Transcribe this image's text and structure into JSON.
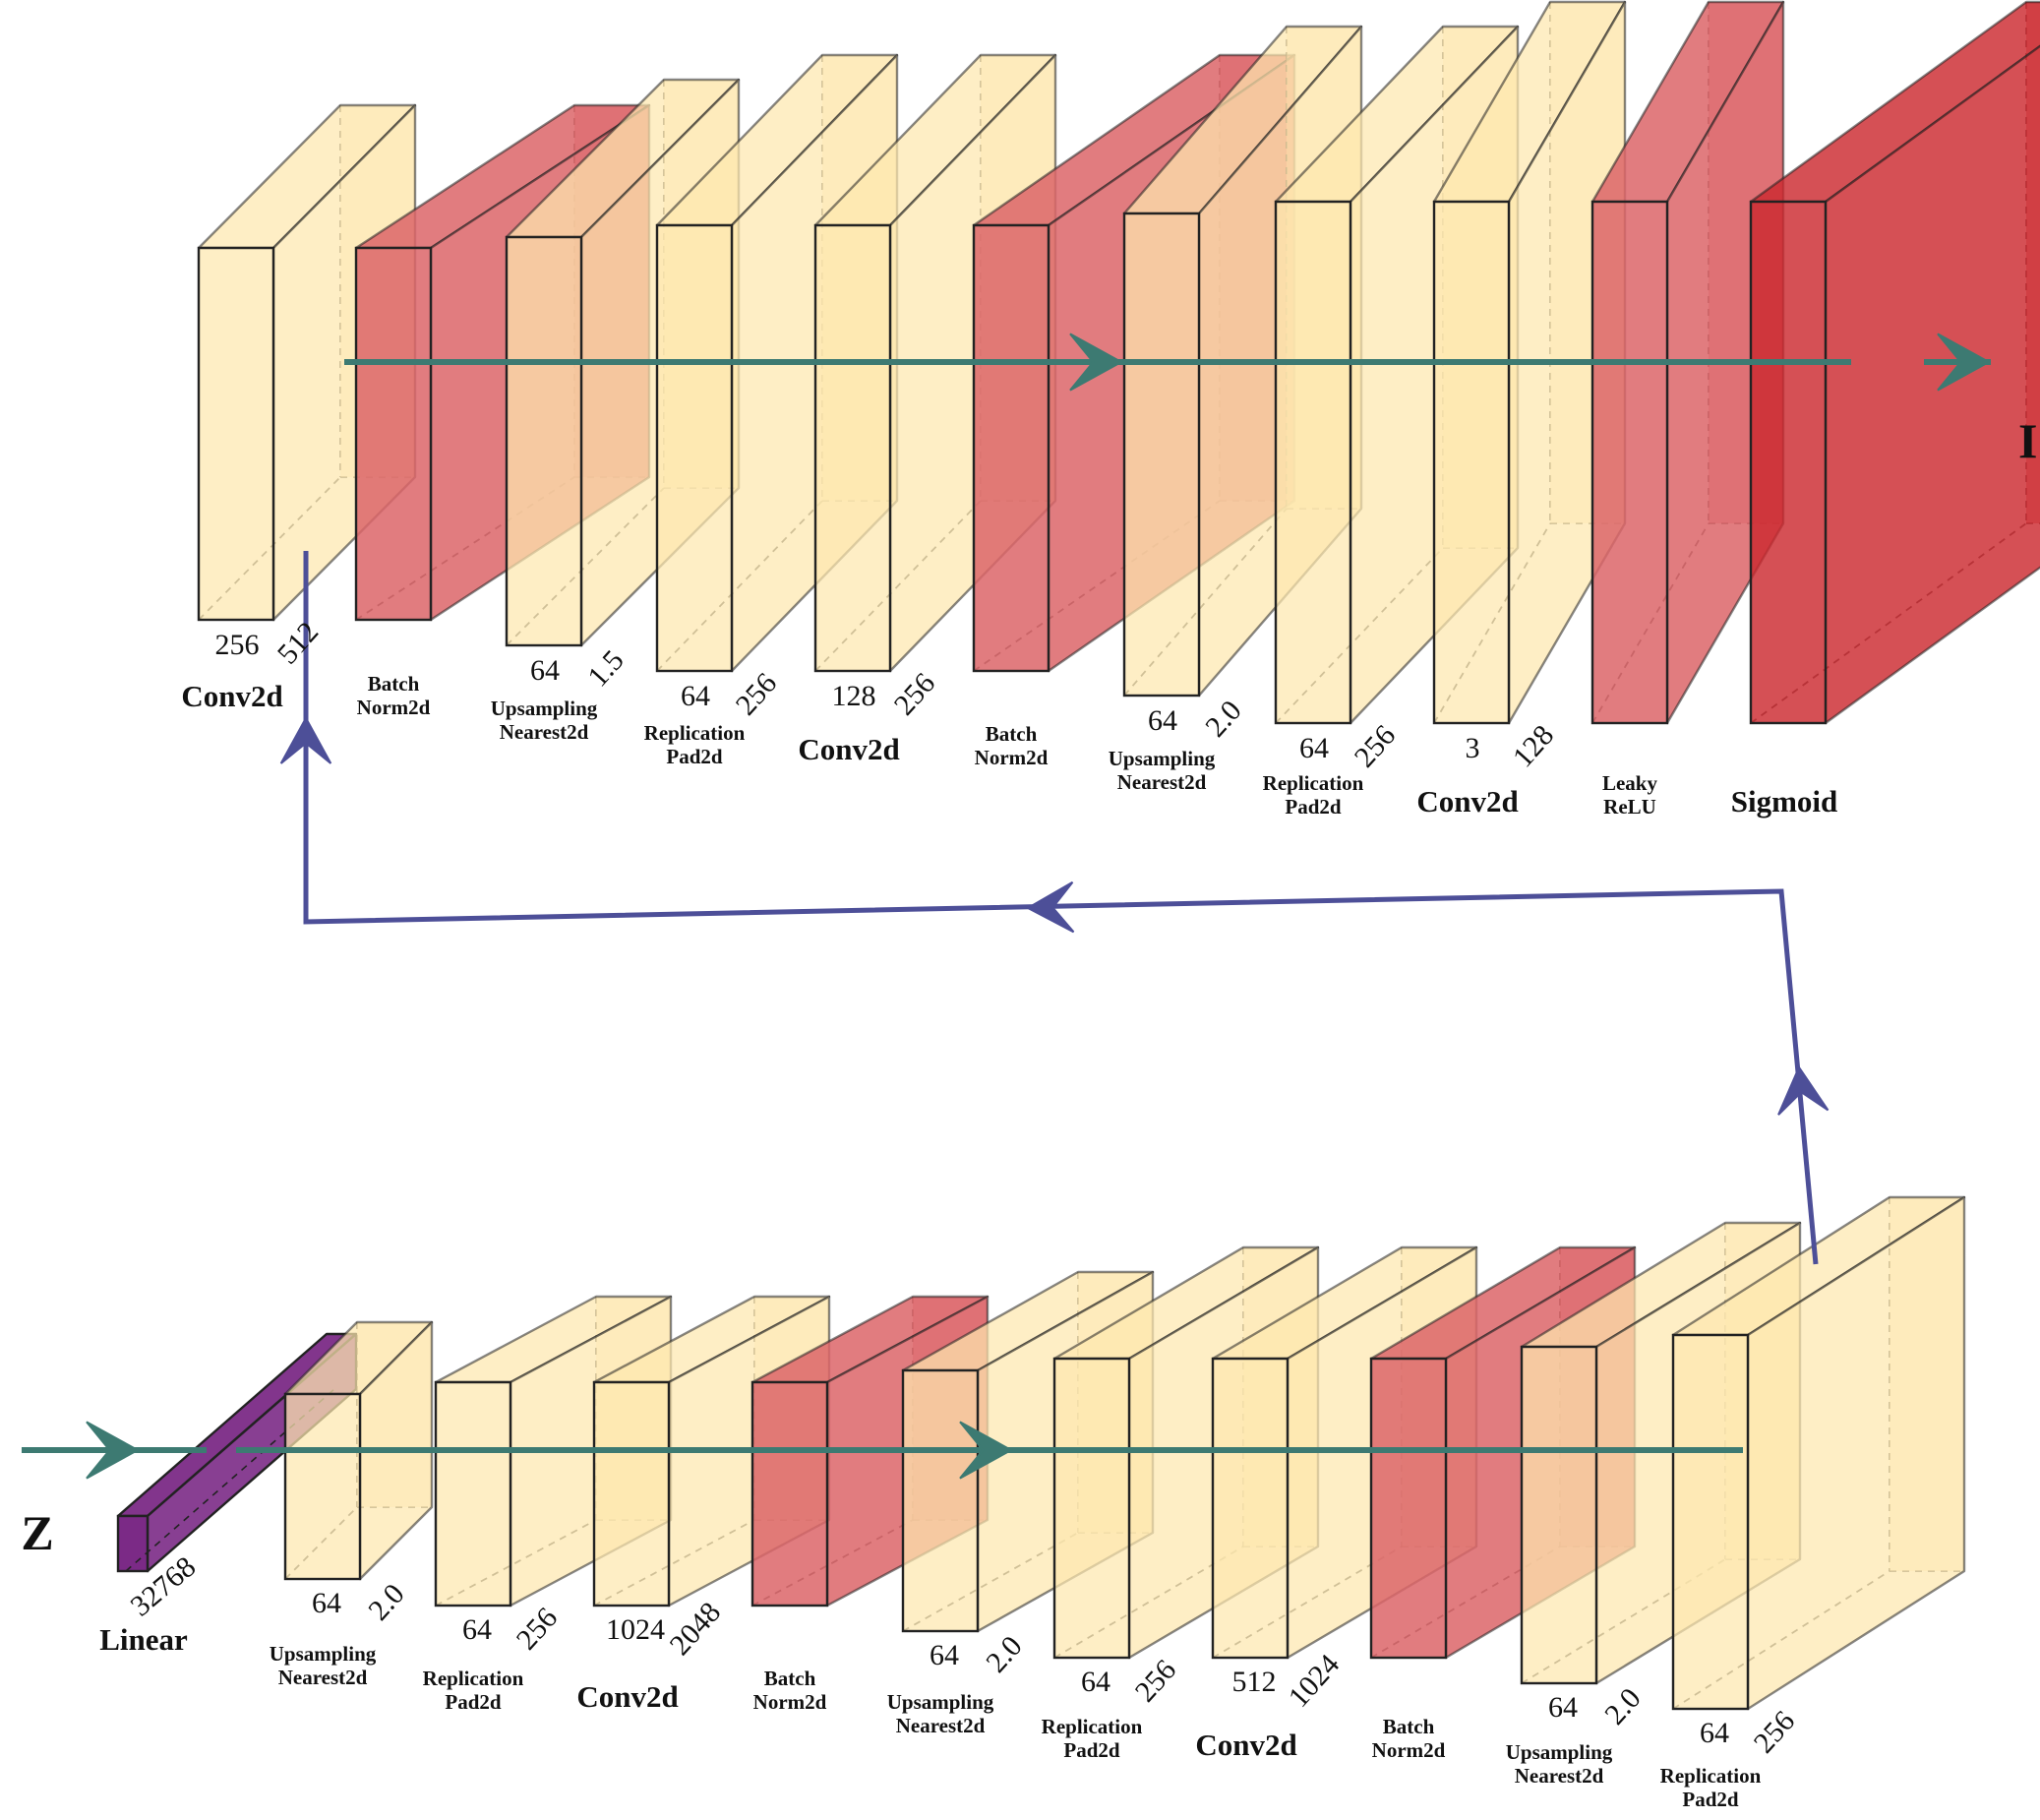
{
  "colors": {
    "conv": "#fde7ae",
    "norm": "#dc6568",
    "activation": "#cc2a2f",
    "linear": "#7b2a86",
    "flow_arrow": "#3d7a72",
    "connector": "#4d4f98"
  },
  "top_row": [
    {
      "type": "conv",
      "label": "Conv2d",
      "dims": [
        "256",
        "512"
      ]
    },
    {
      "type": "norm",
      "label": [
        "Batch",
        "Norm2d"
      ],
      "dims": []
    },
    {
      "type": "conv",
      "label": [
        "Upsampling",
        "Nearest2d"
      ],
      "dims": [
        "64",
        "1.5"
      ]
    },
    {
      "type": "conv",
      "label": [
        "Replication",
        "Pad2d"
      ],
      "dims": [
        "64",
        "256"
      ]
    },
    {
      "type": "conv",
      "label": "Conv2d",
      "dims": [
        "128",
        "256"
      ]
    },
    {
      "type": "norm",
      "label": [
        "Batch",
        "Norm2d"
      ],
      "dims": []
    },
    {
      "type": "conv",
      "label": [
        "Upsampling",
        "Nearest2d"
      ],
      "dims": [
        "64",
        "2.0"
      ]
    },
    {
      "type": "conv",
      "label": [
        "Replication",
        "Pad2d"
      ],
      "dims": [
        "64",
        "256"
      ]
    },
    {
      "type": "conv",
      "label": "Conv2d",
      "dims": [
        "3",
        "128"
      ]
    },
    {
      "type": "norm",
      "label": [
        "Leaky",
        "ReLU"
      ],
      "dims": []
    },
    {
      "type": "activation",
      "label": "Sigmoid",
      "dims": []
    }
  ],
  "bottom_row": [
    {
      "type": "linear",
      "label": "Linear",
      "dims": [
        "32768"
      ]
    },
    {
      "type": "conv",
      "label": [
        "Upsampling",
        "Nearest2d"
      ],
      "dims": [
        "64",
        "2.0"
      ]
    },
    {
      "type": "conv",
      "label": [
        "Replication",
        "Pad2d"
      ],
      "dims": [
        "64",
        "256"
      ]
    },
    {
      "type": "conv",
      "label": "Conv2d",
      "dims": [
        "1024",
        "2048"
      ]
    },
    {
      "type": "norm",
      "label": [
        "Batch",
        "Norm2d"
      ],
      "dims": []
    },
    {
      "type": "conv",
      "label": [
        "Upsampling",
        "Nearest2d"
      ],
      "dims": [
        "64",
        "2.0"
      ]
    },
    {
      "type": "conv",
      "label": [
        "Replication",
        "Pad2d"
      ],
      "dims": [
        "64",
        "256"
      ]
    },
    {
      "type": "conv",
      "label": "Conv2d",
      "dims": [
        "512",
        "1024"
      ]
    },
    {
      "type": "norm",
      "label": [
        "Batch",
        "Norm2d"
      ],
      "dims": []
    },
    {
      "type": "conv",
      "label": [
        "Upsampling",
        "Nearest2d"
      ],
      "dims": [
        "64",
        "2.0"
      ]
    },
    {
      "type": "conv",
      "label": [
        "Replication",
        "Pad2d"
      ],
      "dims": [
        "64",
        "256"
      ]
    }
  ],
  "input_label": "Z",
  "output_label": "I"
}
